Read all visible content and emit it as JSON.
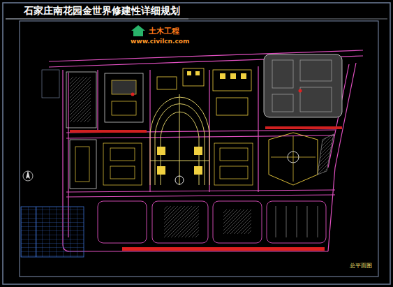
{
  "diagram": {
    "title": "石家庄南花园金世界修建性详细规划",
    "labels": [
      "土木工程",
      "www.civilcn.com",
      "总平面图"
    ]
  }
}
